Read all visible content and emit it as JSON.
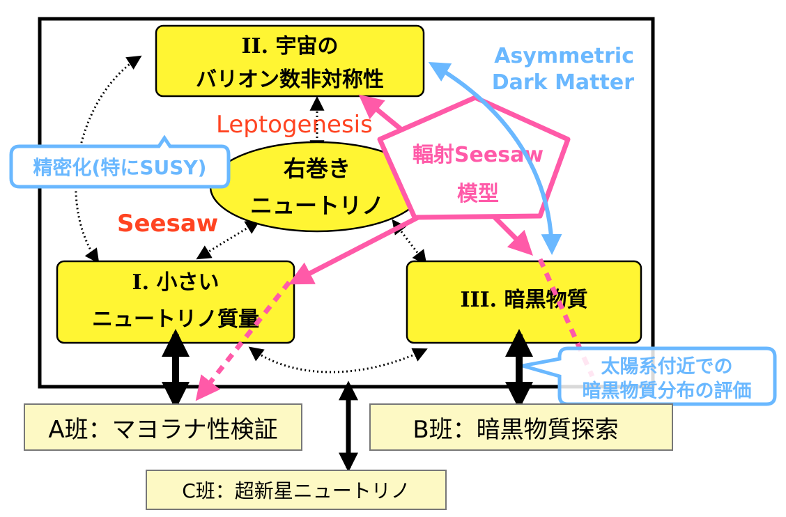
{
  "colors": {
    "node_fill": "#fff533",
    "group_fill": "#fdf9c4",
    "frame": "#000000",
    "red_label": "#ff4422",
    "pink": "#ff5aa8",
    "blue": "#6ab8ff"
  },
  "nodes": {
    "baryon": {
      "line1": "II. 宇宙の",
      "line2": "バリオン数非対称性"
    },
    "rh_neutrino": {
      "line1": "右巻き",
      "line2": "ニュートリノ"
    },
    "small_mass": {
      "line1": "I. 小さい",
      "line2": "ニュートリノ質量"
    },
    "dark_matter": {
      "line1": "III. 暗黒物質"
    }
  },
  "labels": {
    "leptogenesis": "Leptogenesis",
    "seesaw": "Seesaw",
    "asymmetric_line1": "Asymmetric",
    "asymmetric_line2": "Dark Matter",
    "radiative_line1": "輻射Seesaw",
    "radiative_line2": "模型"
  },
  "callouts": {
    "precision": "精密化(特にSUSY)",
    "solar_line1": "太陽系付近での",
    "solar_line2": "暗黒物質分布の評価"
  },
  "groups": {
    "a": "A班：マヨラナ性検証",
    "b": "B班：暗黒物質探索",
    "c": "C班：超新星ニュートリノ"
  }
}
